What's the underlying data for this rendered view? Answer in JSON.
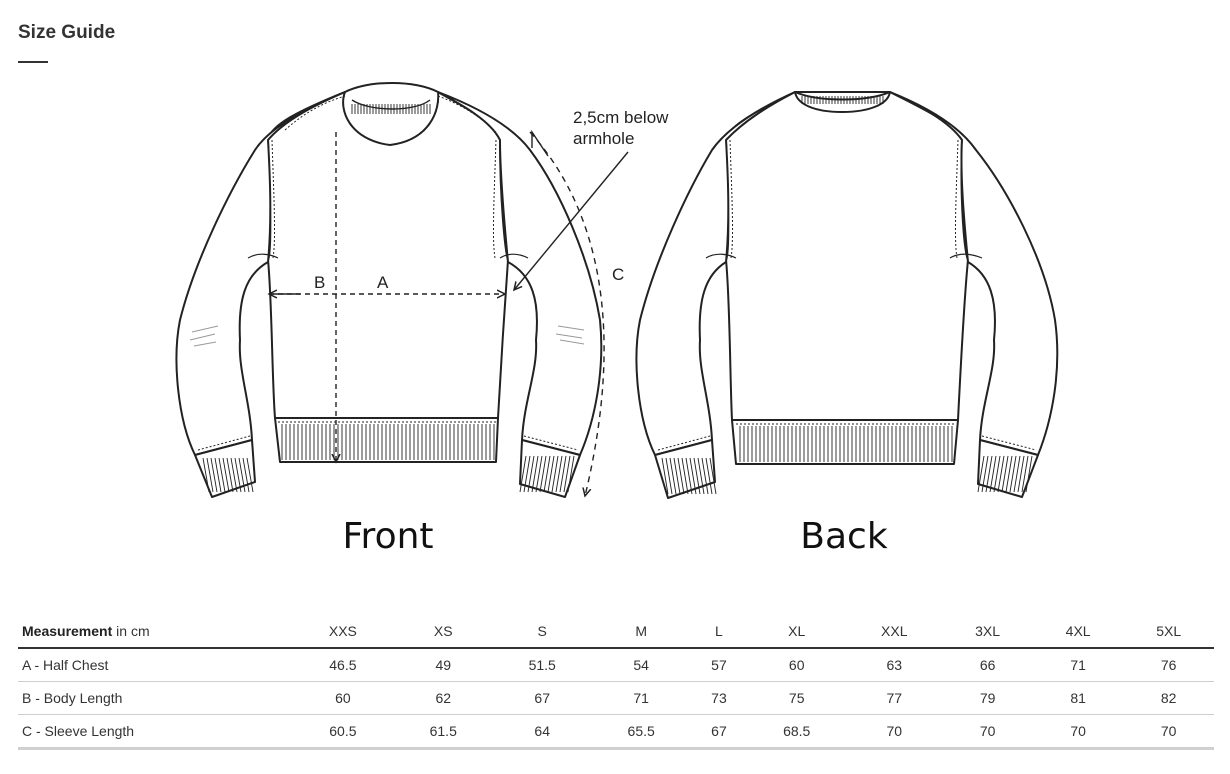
{
  "page": {
    "title": "Size Guide"
  },
  "illustration": {
    "front_label": "Front",
    "back_label": "Back",
    "note_line1": "2,5cm below",
    "note_line2": "armhole",
    "label_a": "A",
    "label_b": "B",
    "label_c": "C",
    "outline_color": "#222222"
  },
  "table": {
    "header_bold": "Measurement",
    "header_unit": " in cm",
    "sizes": [
      "XXS",
      "XS",
      "S",
      "M",
      "L",
      "XL",
      "XXL",
      "3XL",
      "4XL",
      "5XL"
    ],
    "rows": [
      {
        "label": "A - Half Chest",
        "values": [
          "46.5",
          "49",
          "51.5",
          "54",
          "57",
          "60",
          "63",
          "66",
          "71",
          "76"
        ]
      },
      {
        "label": "B - Body Length",
        "values": [
          "60",
          "62",
          "67",
          "71",
          "73",
          "75",
          "77",
          "79",
          "81",
          "82"
        ]
      },
      {
        "label": "C - Sleeve Length",
        "values": [
          "60.5",
          "61.5",
          "64",
          "65.5",
          "67",
          "68.5",
          "70",
          "70",
          "70",
          "70"
        ]
      }
    ]
  }
}
